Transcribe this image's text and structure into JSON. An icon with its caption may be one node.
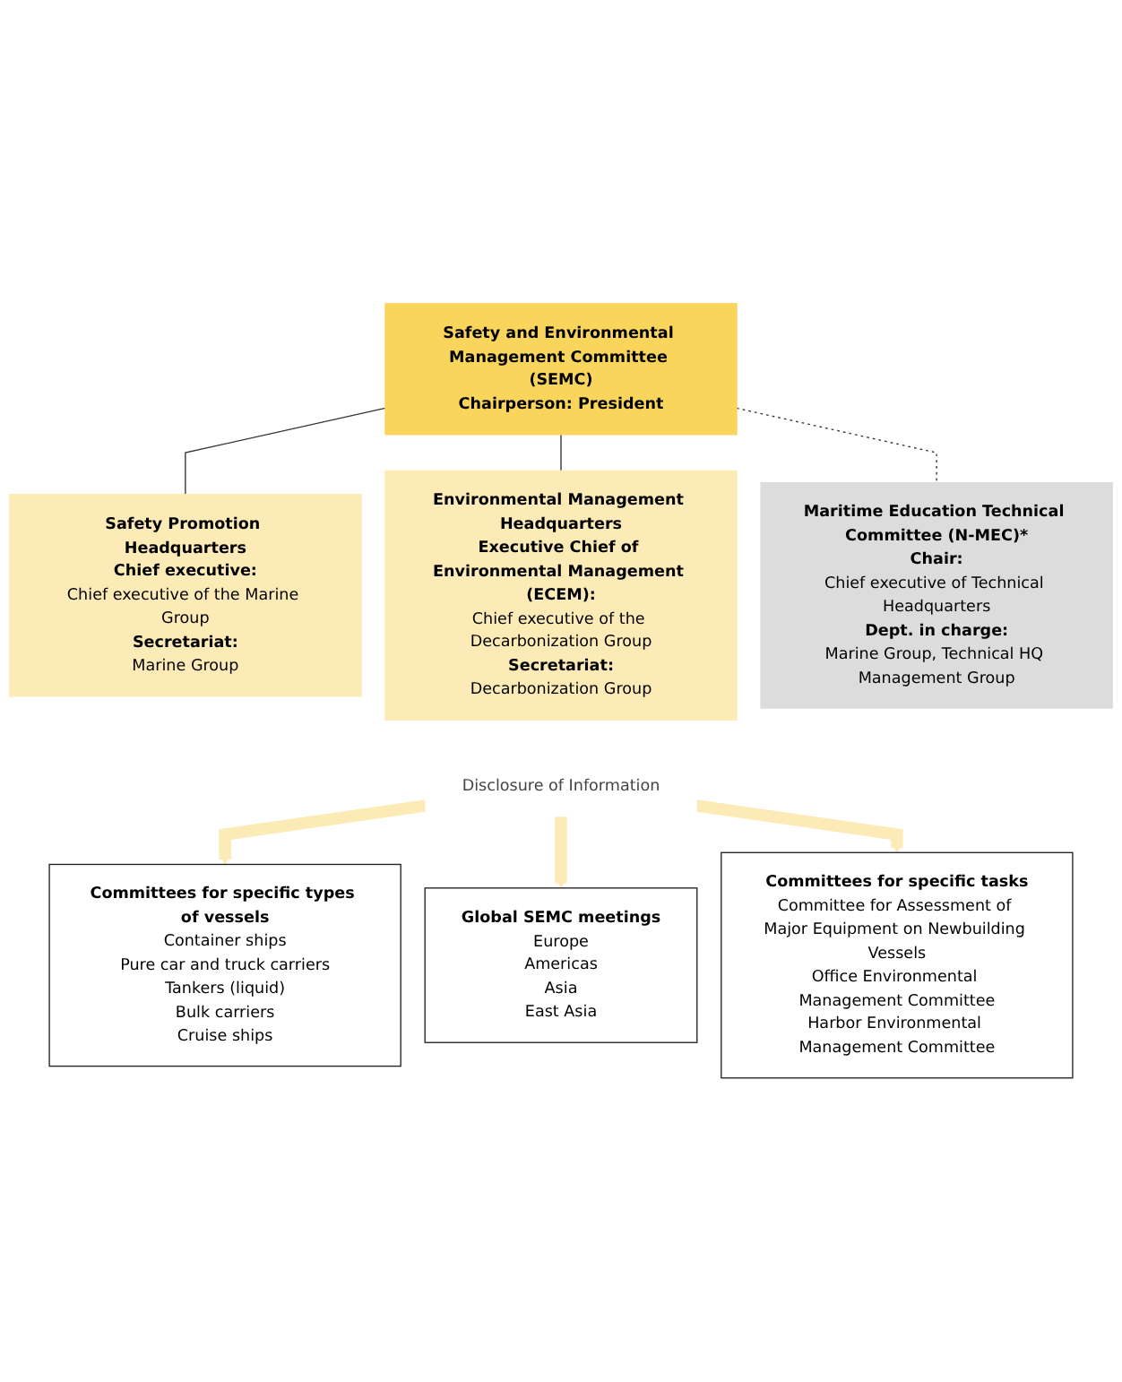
{
  "diagram": {
    "nodes": [
      {
        "text": [
          "Safety and Environmental Management Committee (SEMC)",
          "Chairperson: President"
        ]
      },
      {
        "text": [
          "Safety Promotion Headquarters",
          "Chief executive:",
          "Chief executive of the Marine Group",
          "Secretariat:",
          "Marine Group"
        ]
      },
      {
        "text": [
          "Environmental Management Headquarters",
          "Executive Chief of Environmental Management (ECEM):",
          "Chief executive of the Decarbonization Group",
          "Secretariat:",
          "Decarbonization Group"
        ]
      },
      {
        "text": [
          "Maritime Education Technical Committee (N-MEC)*",
          "Chair:",
          "Chief executive of Technical Headquarters",
          "Dept. in charge:",
          "Marine Group, Technical HQ Management Group"
        ]
      },
      {
        "text": [
          "Disclosure of Information"
        ]
      },
      {
        "text": [
          "Committees for specific types of vessels",
          "Container ships",
          "Pure car and truck carriers",
          "Tankers (liquid)",
          "Bulk carriers",
          "Cruise ships"
        ]
      },
      {
        "text": [
          "Global SEMC meetings",
          "Europe",
          "Americas",
          "Asia",
          "East Asia"
        ]
      },
      {
        "text": [
          "Committees for specific tasks",
          "Committee for Assessment of Major Equipment on Newbuilding Vessels",
          "Office Environmental Management Committee",
          "Harbor Environmental Management Committee"
        ]
      }
    ],
    "edges": [
      {
        "from": 0,
        "to": 1,
        "arrow": "none"
      },
      {
        "from": 0,
        "to": 2,
        "arrow": "none"
      },
      {
        "from": 0,
        "to": 3,
        "arrow": "none",
        "style": "dashed"
      },
      {
        "from": 4,
        "to": 5,
        "arrow": "to",
        "style": "thick",
        "color": "#fcebb6"
      },
      {
        "from": 4,
        "to": 6,
        "arrow": "to",
        "style": "thick",
        "color": "#fcebb6"
      },
      {
        "from": 4,
        "to": 7,
        "arrow": "to",
        "style": "thick",
        "color": "#fcebb6"
      }
    ]
  }
}
